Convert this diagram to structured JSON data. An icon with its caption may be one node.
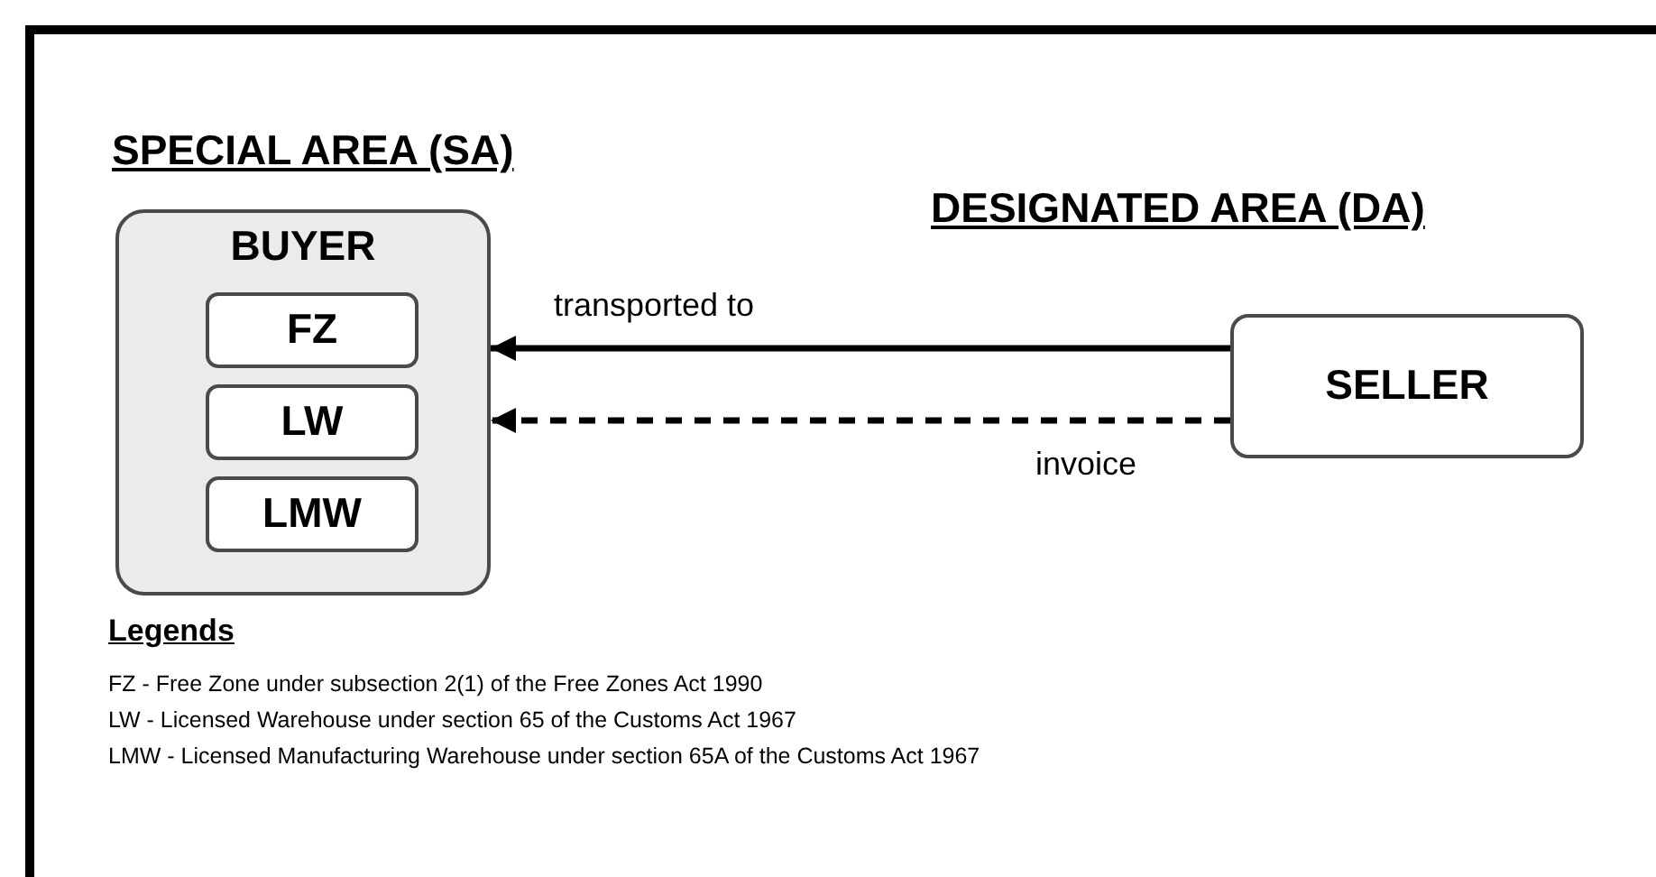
{
  "diagram": {
    "nodes": [
      {
        "text": [
          "BUYER"
        ]
      },
      {
        "text": [
          "FZ"
        ],
        "in": 0
      },
      {
        "text": [
          "LW"
        ],
        "in": 0
      },
      {
        "text": [
          "LMW"
        ],
        "in": 0
      },
      {
        "text": [
          "SELLER"
        ]
      }
    ],
    "edges": [
      {
        "from": 4,
        "to": 0,
        "arrow": "to",
        "label": "transported to"
      },
      {
        "from": 4,
        "to": 0,
        "arrow": "to",
        "label": "invoice",
        "style": "dashed"
      }
    ],
    "labels": [
      "SPECIAL AREA (SA)",
      "DESIGNATED AREA (DA)",
      "Legends",
      "FZ - Free Zone under subsection 2(1) of the Free Zones Act 1990",
      "LW - Licensed Warehouse under section 65 of the Customs Act 1967",
      "LMW - Licensed Manufacturing Warehouse under section 65A of the Customs Act 1967"
    ]
  }
}
